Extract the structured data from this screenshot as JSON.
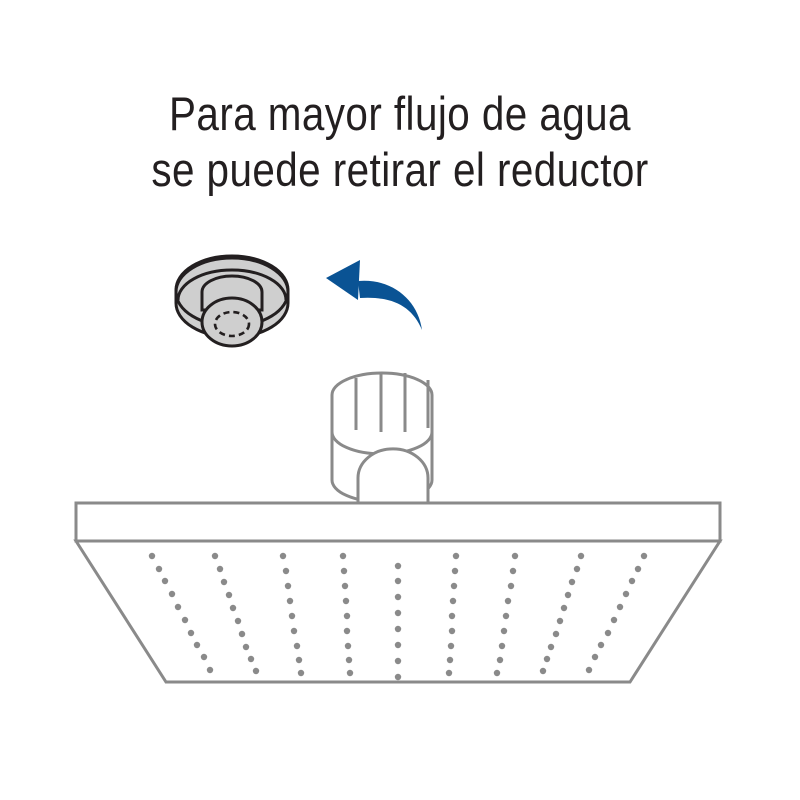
{
  "headline": {
    "line1": "Para mayor flujo de agua",
    "line2": "se puede retirar el reductor"
  },
  "illustration": {
    "reducer": "flow-reducer-part",
    "arrow": "curved-arrow-left",
    "shower_head": "square-rain-shower-head",
    "colors": {
      "text": "#231f20",
      "arrow": "#0a5394",
      "outline": "#8a8a8a",
      "reducer_fill": "#cfcfcf",
      "reducer_outline": "#231f20",
      "background": "#ffffff"
    }
  }
}
